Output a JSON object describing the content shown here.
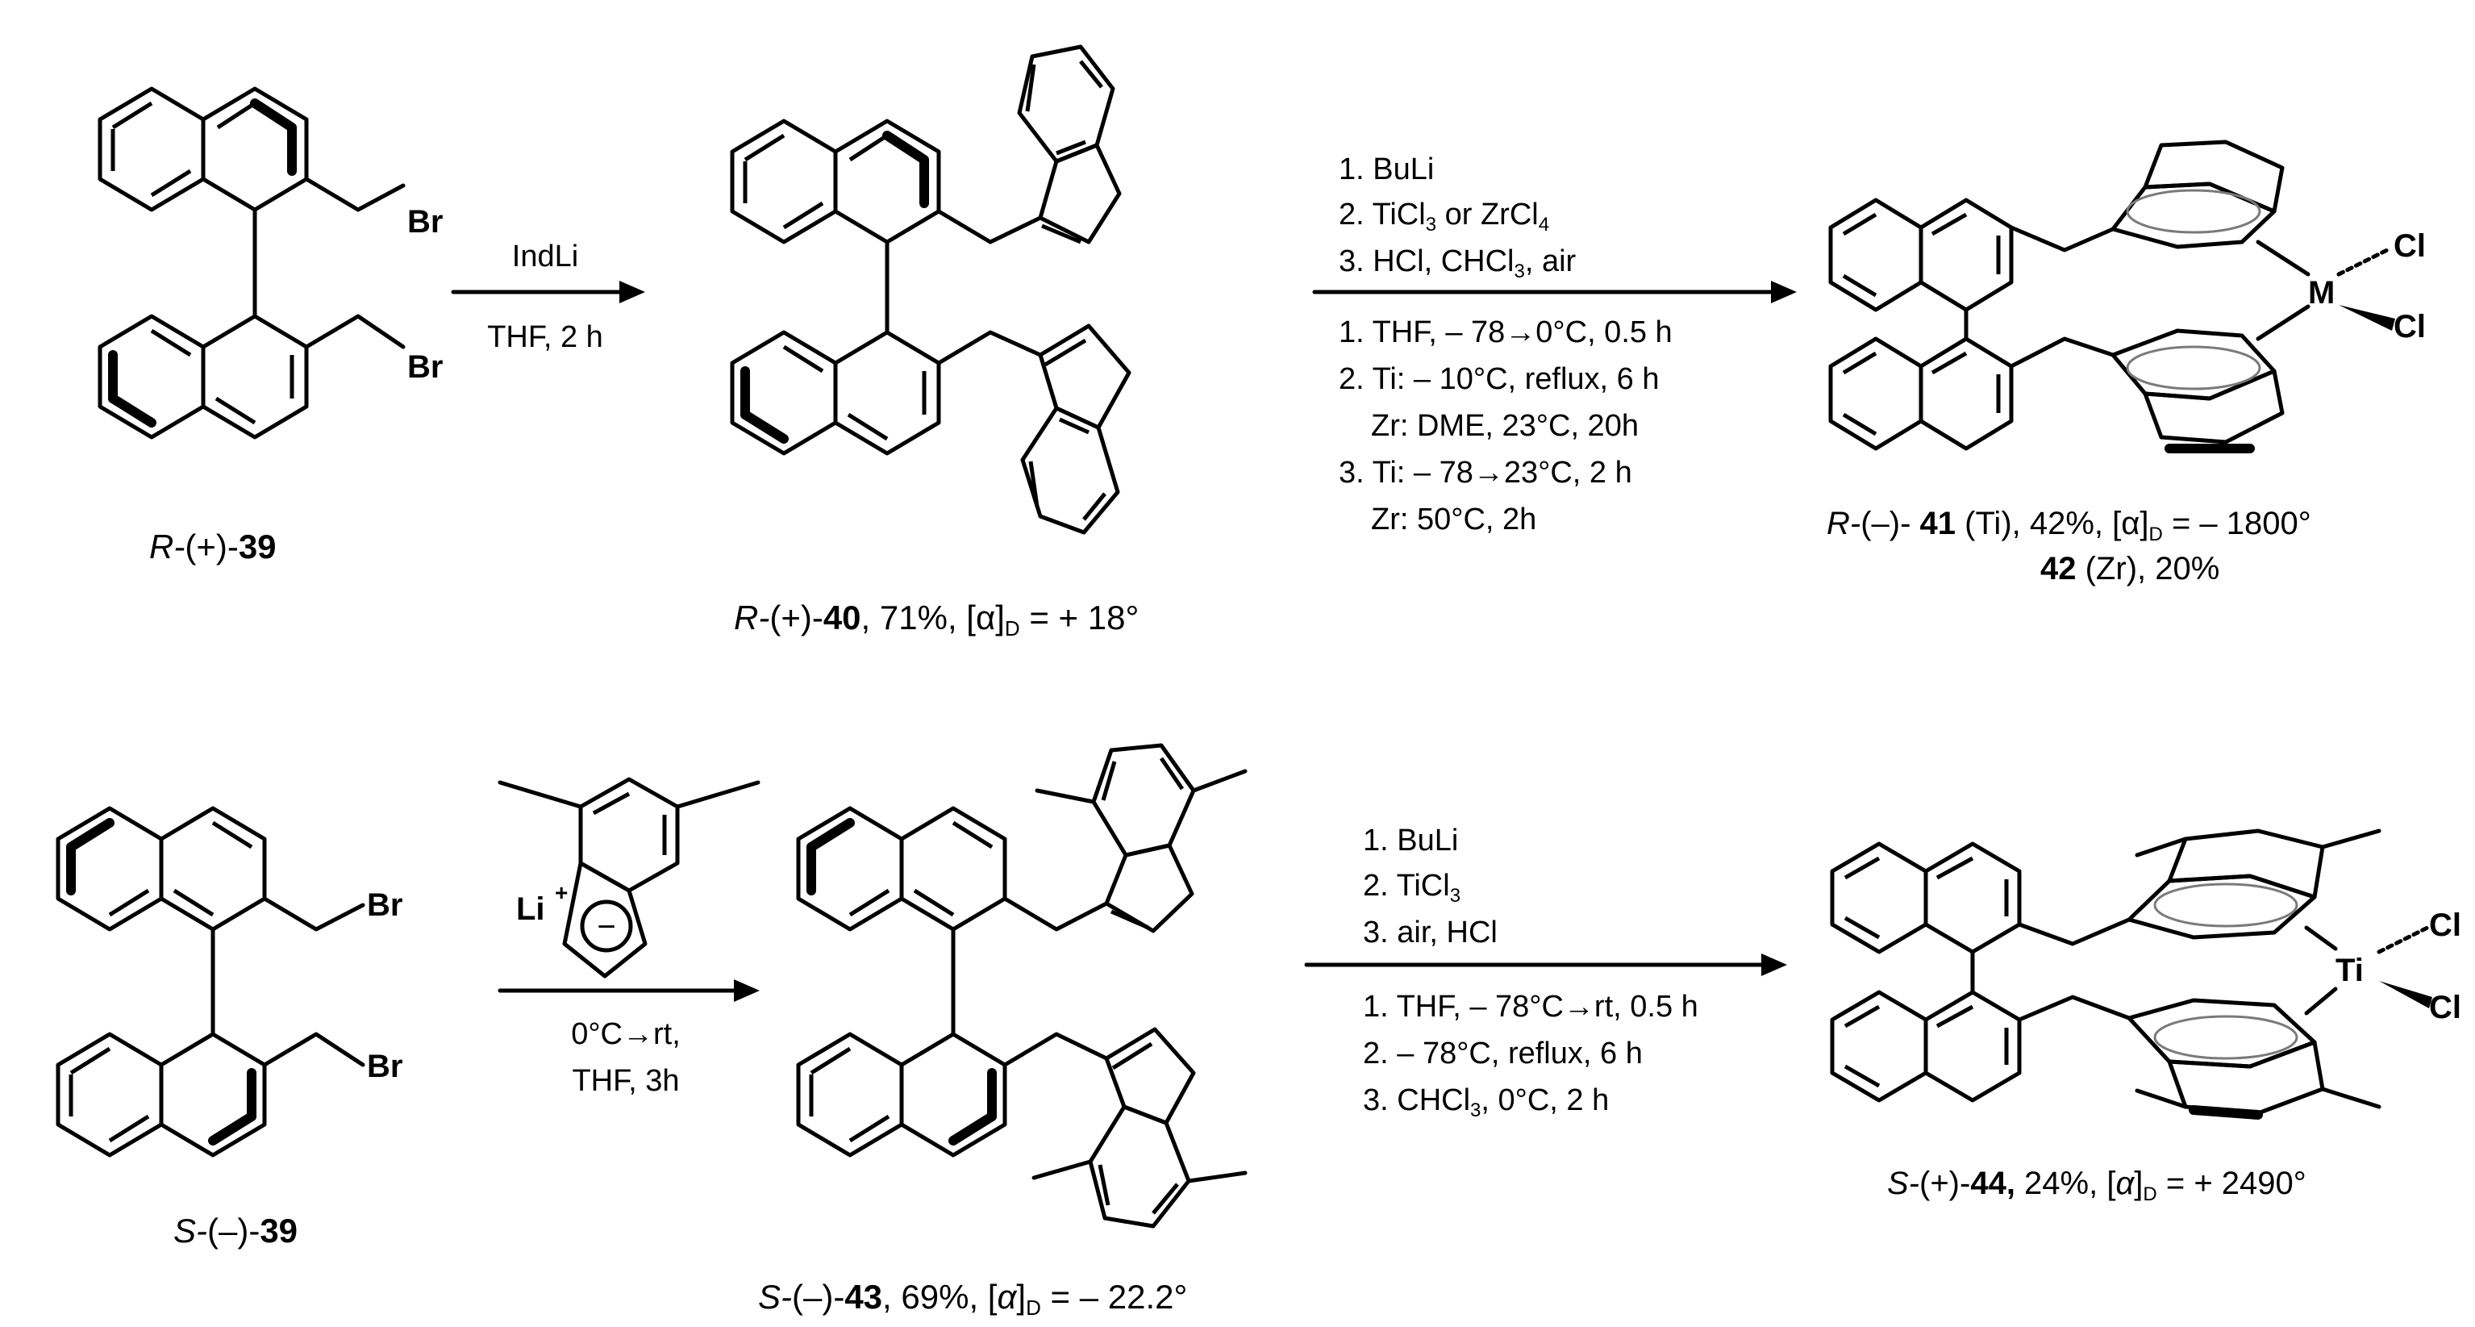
{
  "atoms": {
    "bromine": "Br",
    "chlorine": "Cl",
    "metal_generic": "M",
    "titanium": "Ti",
    "lithium": "Li",
    "plus": "+",
    "minus": "−"
  },
  "colors": {
    "bromine": "#d32f2f",
    "chlorine": "#2e8b2e",
    "bond": "#000000"
  },
  "compounds": {
    "c39_top": {
      "prefix": "R-",
      "rot": "(+)-",
      "number": "39"
    },
    "c40": {
      "prefix": "R-",
      "rot": "(+)-",
      "number": "40",
      "yield": ", 71%, [α]",
      "sub": "D",
      "rotation_value": " = + 18°"
    },
    "c41_line1": {
      "prefix": "R-",
      "rot": "(–)- ",
      "number": "41",
      "metal": " (Ti), 42%, [α]",
      "sub": "D",
      "rotation_value": " = – 1800°"
    },
    "c42_line2": {
      "number": "42",
      "metal": " (Zr), 20%"
    },
    "c39_bottom": {
      "prefix": "S-",
      "rot": "(–)-",
      "number": "39"
    },
    "c43": {
      "prefix": "S-",
      "rot": "(–)-",
      "number": "43",
      "yield": ", 69%, [",
      "alpha": "α",
      "close": "]",
      "sub": "D",
      "rotation_value": " = – 22.2°"
    },
    "c44": {
      "prefix": "S-",
      "rot": "(+)-",
      "number": "44,",
      "yield": " 24%, [",
      "alpha": "α",
      "close": "]",
      "sub": "D",
      "rotation_value": " = + 2490°"
    }
  },
  "reactions": {
    "r1": {
      "above": "IndLi",
      "below": "THF, 2 h"
    },
    "r2": {
      "above": [
        "1. BuLi",
        "2. TiCl",
        "3",
        " or  ZrCl",
        "4",
        "3. HCl, CHCl",
        "3",
        ", air"
      ],
      "below": [
        "1. THF, – 78→0°C, 0.5 h",
        "2. Ti: – 10°C, reflux, 6 h",
        "Zr: DME, 23°C, 20h",
        "3. Ti: – 78→23°C, 2 h",
        "Zr: 50°C, 2h"
      ]
    },
    "r3": {
      "below": [
        "0°C→rt,",
        "THF, 3h"
      ]
    },
    "r4": {
      "above": [
        "1. BuLi",
        "2. TiCl",
        "3",
        "3. air, HCl"
      ],
      "below": [
        "1. THF, – 78°C→rt, 0.5 h",
        "2. – 78°C, reflux, 6 h",
        "3. CHCl",
        "3",
        ", 0°C, 2 h"
      ]
    }
  }
}
